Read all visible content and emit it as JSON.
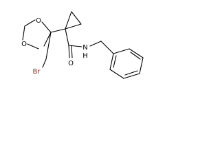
{
  "molecule": {
    "atoms": {
      "o1": {
        "symbol": "O",
        "color": "#000000"
      },
      "o2": {
        "symbol": "O",
        "color": "#000000"
      },
      "br": {
        "symbol": "Br",
        "color": "#8b2e1e"
      },
      "o3": {
        "symbol": "O",
        "color": "#000000"
      },
      "n": {
        "symbol": "N",
        "color": "#000000"
      },
      "h": {
        "symbol": "H",
        "color": "#000000"
      }
    }
  }
}
